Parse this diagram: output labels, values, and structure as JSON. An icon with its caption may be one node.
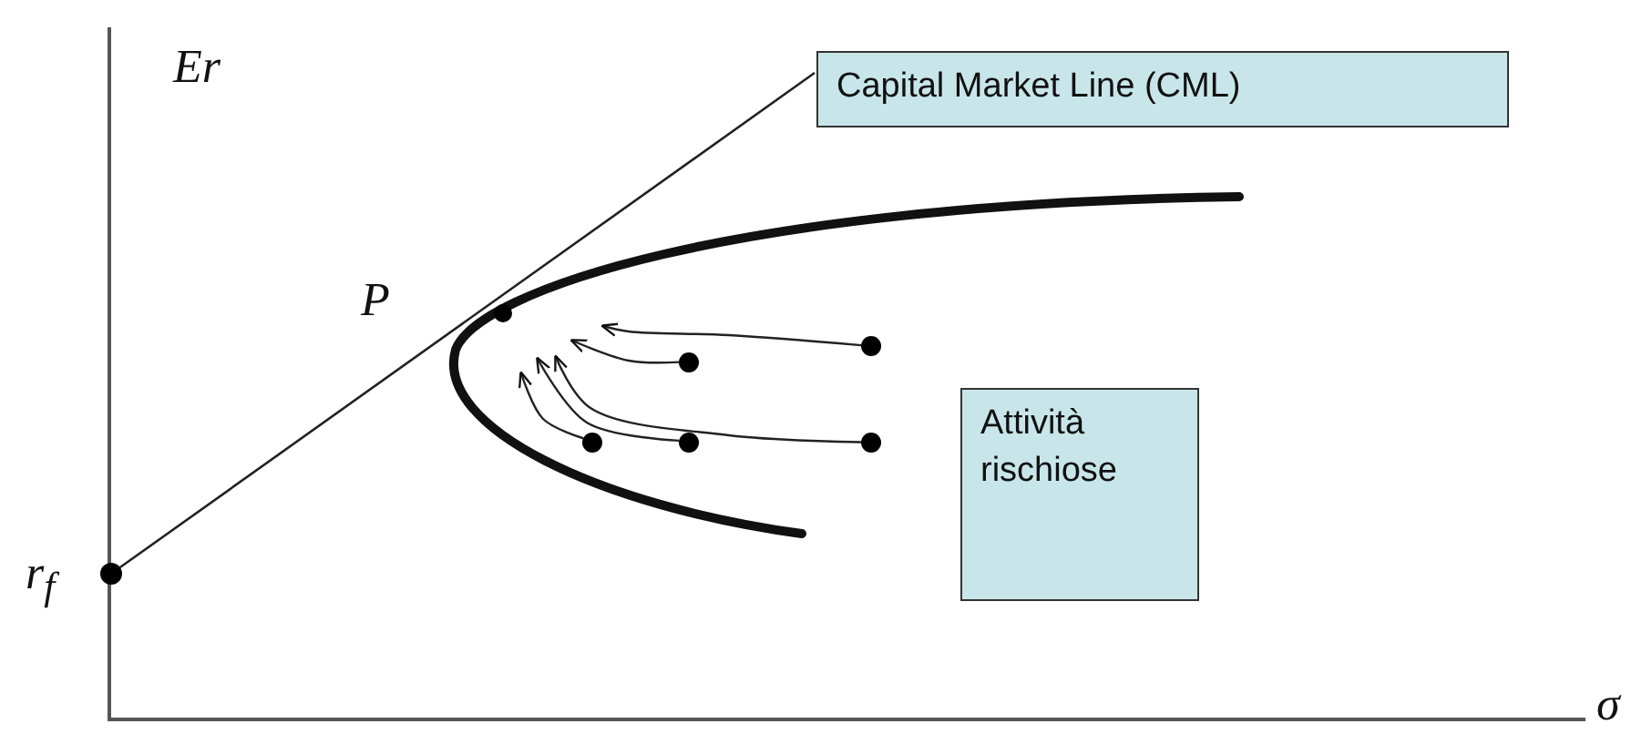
{
  "diagram": {
    "nodes": [
      {
        "text": [
          "Capital Market Line (CML)"
        ]
      },
      {
        "text": [
          "Attività rischiose"
        ]
      },
      {
        "text": [],
        "shape": "circle"
      },
      {
        "text": [],
        "shape": "circle"
      },
      {
        "text": [],
        "shape": "circle"
      },
      {
        "text": [],
        "shape": "circle"
      },
      {
        "text": [],
        "shape": "circle"
      },
      {
        "text": [],
        "shape": "circle"
      },
      {
        "text": [],
        "shape": "circle"
      }
    ],
    "edges": [
      {
        "from": 2,
        "to": 0,
        "arrow": "none"
      },
      {
        "from": 4,
        "to": null,
        "arrow": "to"
      },
      {
        "from": 5,
        "to": null,
        "arrow": "to"
      },
      {
        "from": 6,
        "to": null,
        "arrow": "to"
      },
      {
        "from": 7,
        "to": null,
        "arrow": "to"
      },
      {
        "from": 8,
        "to": null,
        "arrow": "to"
      }
    ],
    "labels": [
      "Er",
      "P",
      "r$_{f}$",
      "σ"
    ]
  }
}
